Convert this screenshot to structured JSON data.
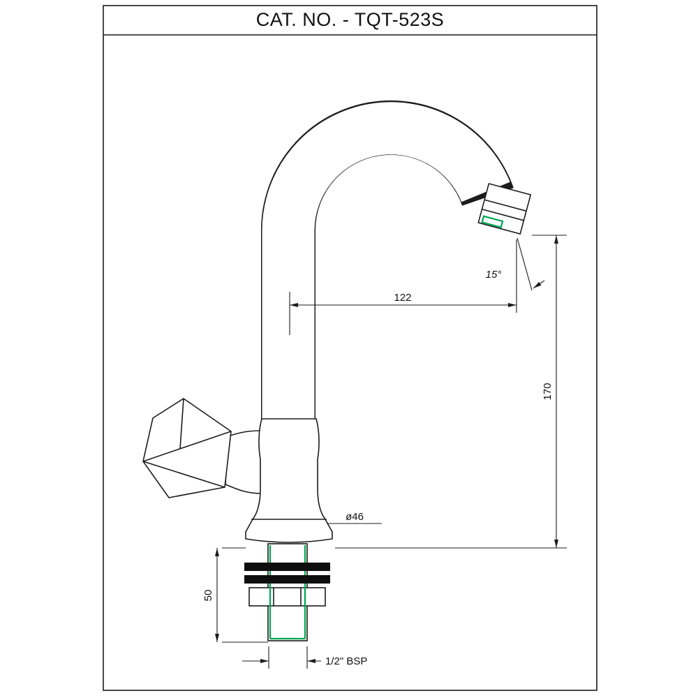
{
  "title_block": {
    "title": "CAT. NO. - TQT-523S"
  },
  "annotations": {
    "spout_reach": "122",
    "overall_height": "170",
    "spout_angle": "15°",
    "flange_diameter": "ø46",
    "shank_length": "50",
    "thread_spec": "1/2\" BSP"
  },
  "colors": {
    "line": "#1c1c1c",
    "thread_green": "#00A651"
  }
}
